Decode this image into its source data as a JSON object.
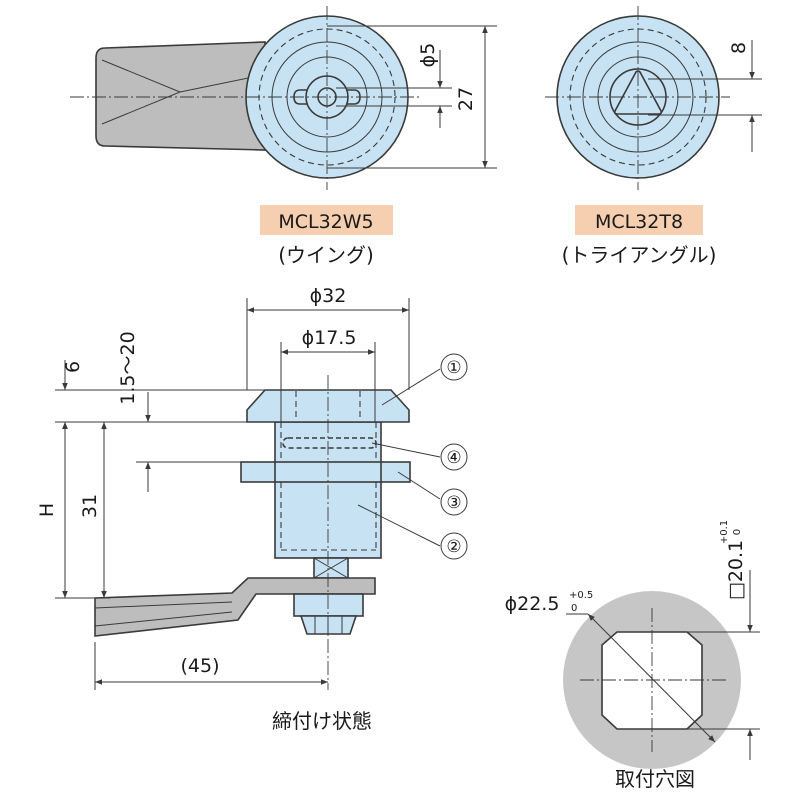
{
  "colors": {
    "part_fill": "#c7e3f3",
    "handle_fill": "#bdbdbd",
    "hole_ring": "#c6c6c6",
    "tag_fill": "#f6cfb1",
    "line": "#3a3a3a"
  },
  "top_views": {
    "wing": {
      "model": "MCL32W5",
      "name": "(ウイング)",
      "dim_slot": "ϕ5",
      "dim_body": "27"
    },
    "triangle": {
      "model": "MCL32T8",
      "name": "(トライアングル)",
      "dim_key": "8"
    }
  },
  "side_view": {
    "dim_flange": "ϕ32",
    "dim_body": "ϕ17.5",
    "dim_flange_thk": "6",
    "dim_panel": "1.5〜20",
    "dim_h": "H",
    "dim_31": "31",
    "dim_cam": "(45)",
    "caption": "締付け状態",
    "callouts": [
      "①",
      "④",
      "③",
      "②"
    ]
  },
  "hole_view": {
    "dim_dia": "ϕ22.5",
    "dia_tol_upper": "+0.5",
    "dia_tol_lower": "0",
    "dim_square": "□20.1",
    "sq_tol_upper": "+0.1",
    "sq_tol_lower": "0",
    "caption": "取付穴図"
  }
}
